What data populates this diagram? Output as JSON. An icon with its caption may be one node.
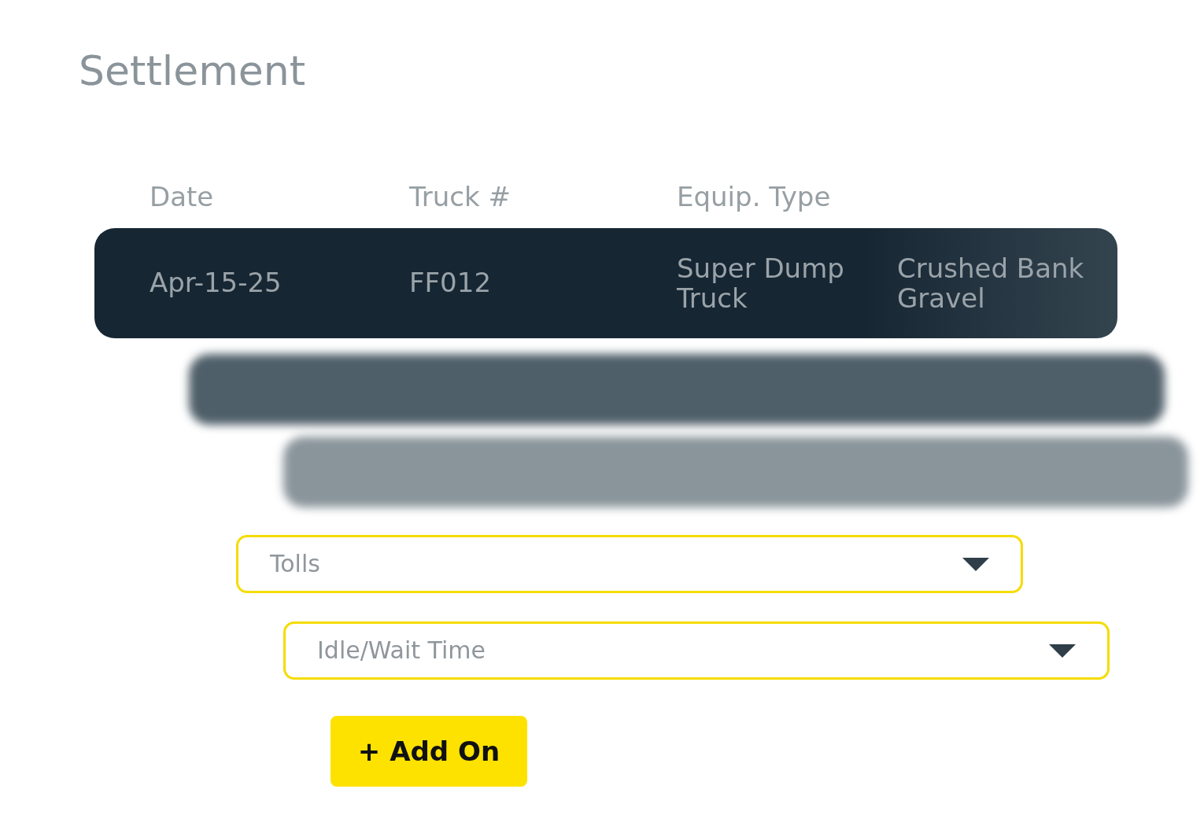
{
  "diagram": {
    "title": "Settlement",
    "nodes": [
      {
        "text": [
          "Apr-15-25",
          "FF012",
          "Super Dump Truck",
          "Crushed Bank Gravel"
        ]
      },
      {
        "text": [],
        "shape": "bar"
      },
      {
        "text": [],
        "shape": "bar"
      },
      {
        "text": [
          "Tolls"
        ]
      },
      {
        "text": [
          "Idle/Wait Time"
        ]
      },
      {
        "text": [
          "+ Add On"
        ]
      }
    ],
    "labels": [
      "Date",
      "Truck #",
      "Equip. Type"
    ]
  }
}
